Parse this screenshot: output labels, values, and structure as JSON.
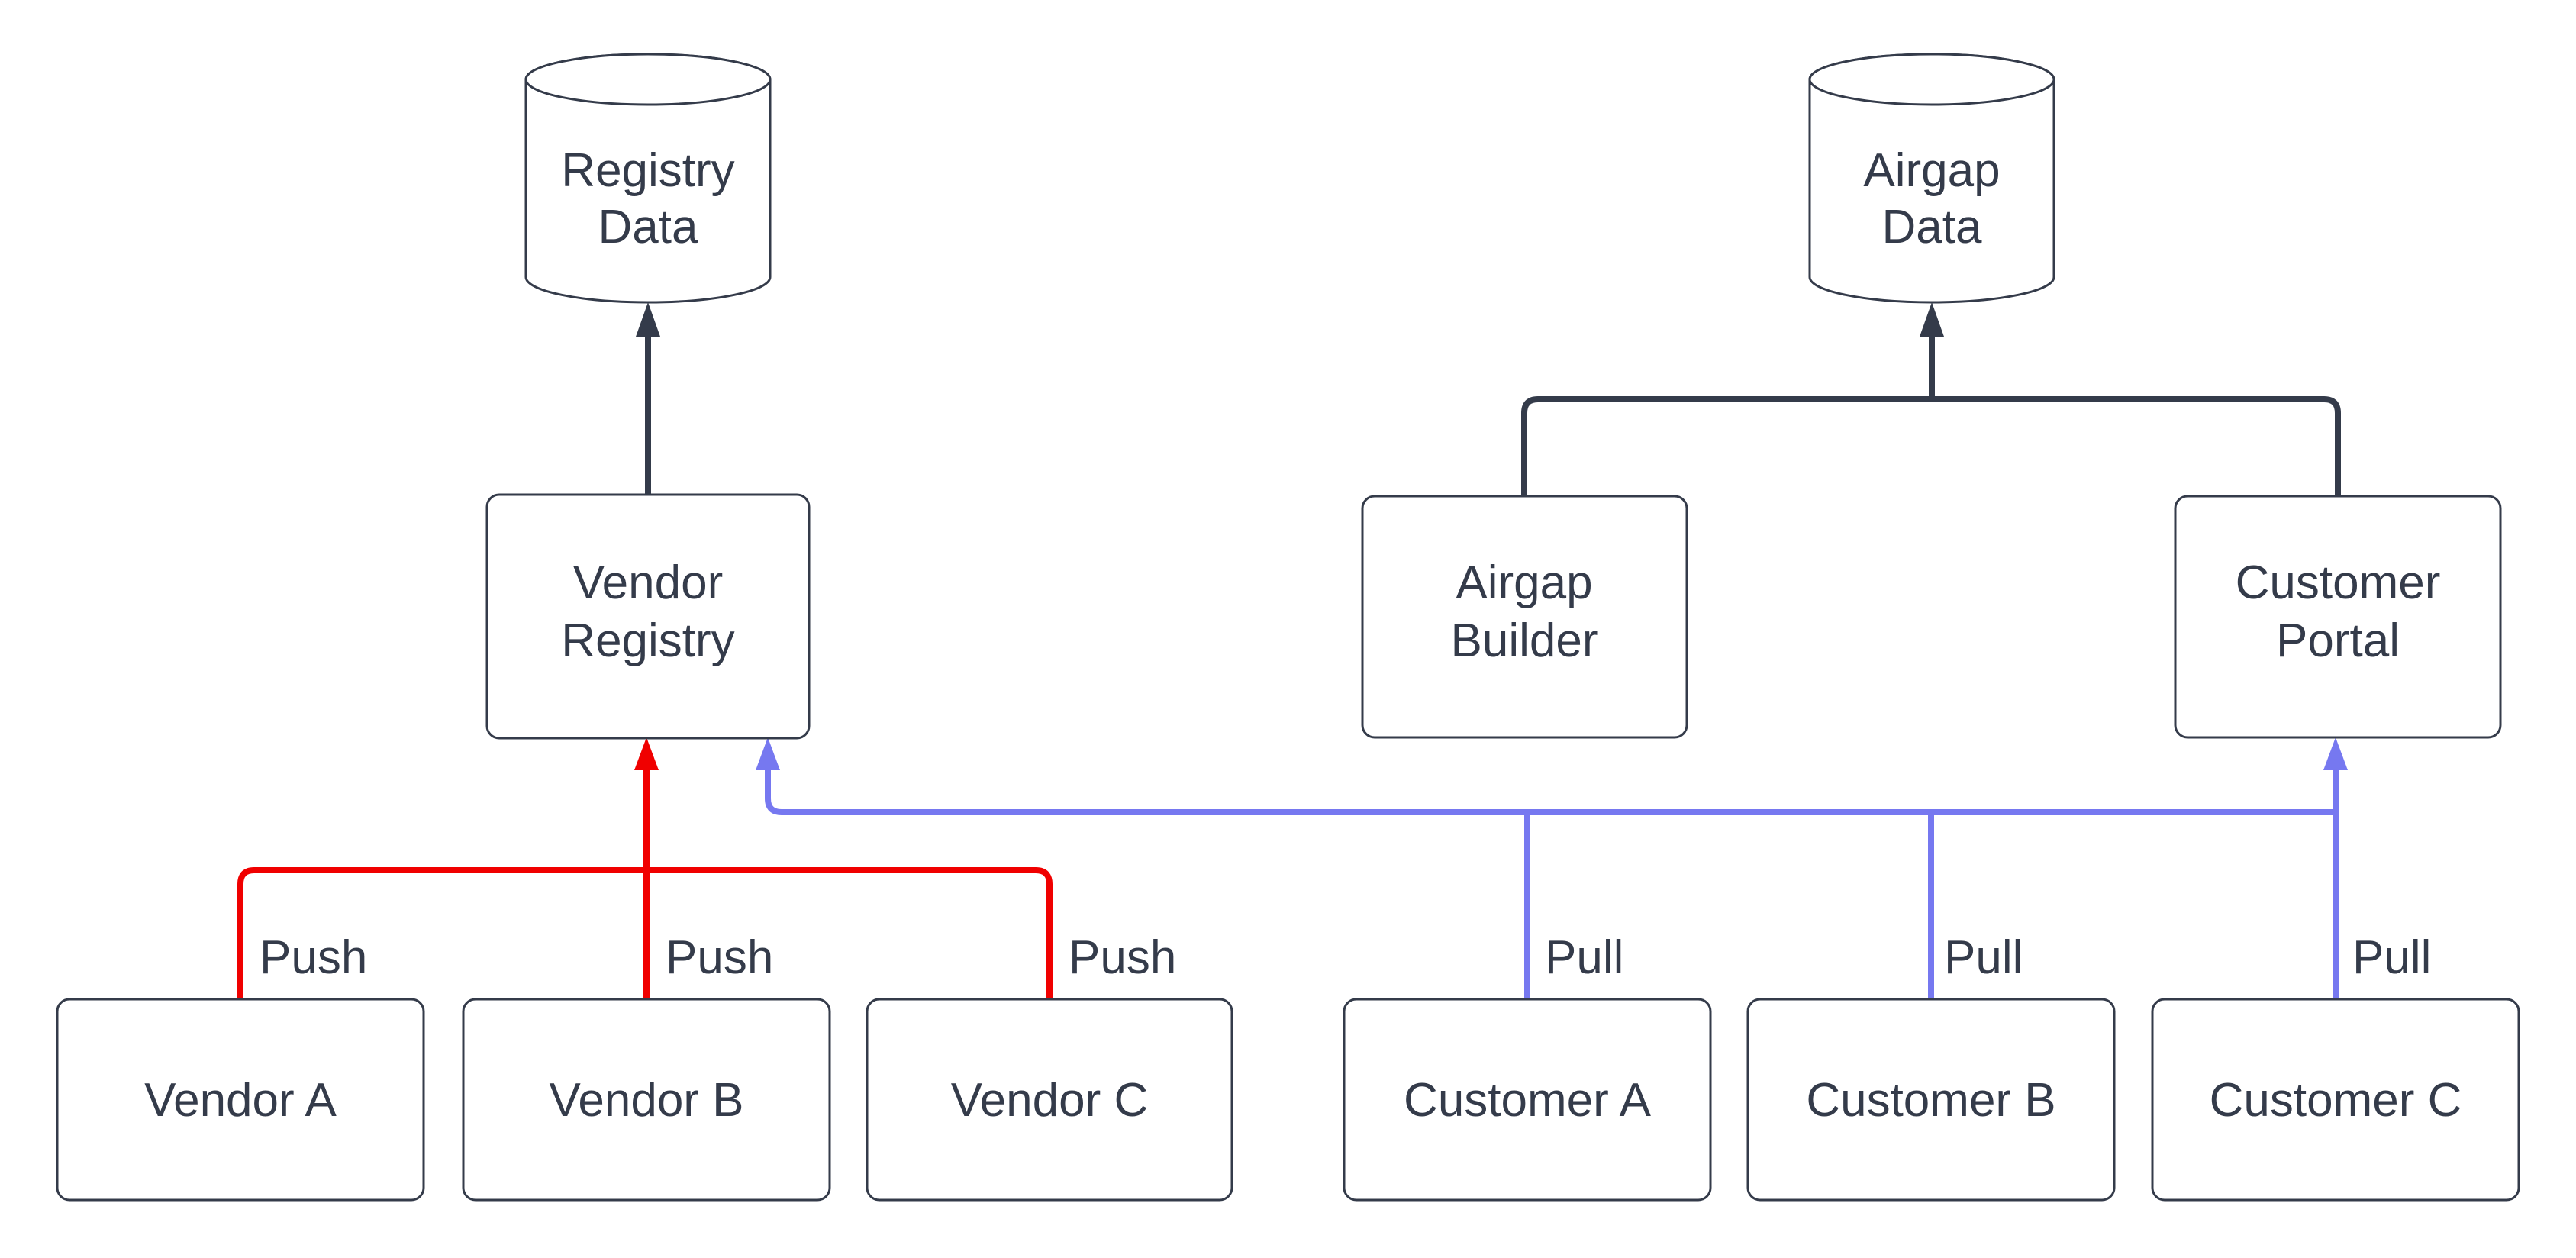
{
  "diagram": {
    "type": "flowchart",
    "colors": {
      "dark": "#343b4a",
      "red": "#f00000",
      "blue": "#7678f0",
      "node-fill": "#ffffff",
      "background": "#ffffff"
    },
    "nodes": {
      "registry_data": {
        "shape": "cylinder",
        "lines": [
          "Registry",
          "Data"
        ]
      },
      "airgap_data": {
        "shape": "cylinder",
        "lines": [
          "Airgap",
          "Data"
        ]
      },
      "vendor_registry": {
        "shape": "rect",
        "lines": [
          "Vendor",
          "Registry"
        ]
      },
      "airgap_builder": {
        "shape": "rect",
        "lines": [
          "Airgap",
          "Builder"
        ]
      },
      "customer_portal": {
        "shape": "rect",
        "lines": [
          "Customer",
          "Portal"
        ]
      },
      "vendor_a": {
        "shape": "rect",
        "lines": [
          "Vendor A"
        ]
      },
      "vendor_b": {
        "shape": "rect",
        "lines": [
          "Vendor B"
        ]
      },
      "vendor_c": {
        "shape": "rect",
        "lines": [
          "Vendor C"
        ]
      },
      "customer_a": {
        "shape": "rect",
        "lines": [
          "Customer A"
        ]
      },
      "customer_b": {
        "shape": "rect",
        "lines": [
          "Customer B"
        ]
      },
      "customer_c": {
        "shape": "rect",
        "lines": [
          "Customer C"
        ]
      }
    },
    "edges": [
      {
        "from": "vendor_registry",
        "to": "registry_data",
        "label": "",
        "color": "dark"
      },
      {
        "from": "airgap_builder",
        "to": "airgap_data",
        "label": "",
        "color": "dark"
      },
      {
        "from": "customer_portal",
        "to": "airgap_data",
        "label": "",
        "color": "dark"
      },
      {
        "from": "vendor_a",
        "to": "vendor_registry",
        "label": "Push",
        "color": "red"
      },
      {
        "from": "vendor_b",
        "to": "vendor_registry",
        "label": "Push",
        "color": "red"
      },
      {
        "from": "vendor_c",
        "to": "vendor_registry",
        "label": "Push",
        "color": "red"
      },
      {
        "from": "customer_a",
        "to": "customer_portal",
        "label": "Pull",
        "color": "blue"
      },
      {
        "from": "customer_b",
        "to": "customer_portal",
        "label": "Pull",
        "color": "blue"
      },
      {
        "from": "customer_c",
        "to": "customer_portal",
        "label": "Pull",
        "color": "blue"
      },
      {
        "from": "customer_trunk",
        "to": "vendor_registry",
        "label": "",
        "color": "blue"
      }
    ]
  }
}
